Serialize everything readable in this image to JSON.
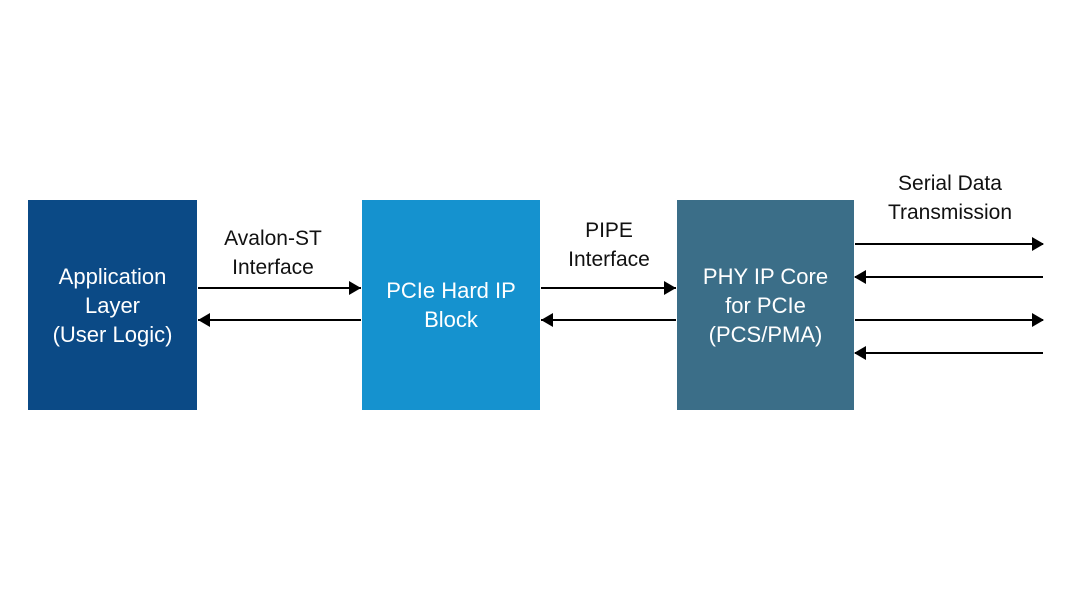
{
  "diagram": {
    "blocks": [
      {
        "id": "app",
        "label": "Application\nLayer\n(User Logic)",
        "color": "#0b4a86"
      },
      {
        "id": "pcie",
        "label": "PCIe Hard IP\nBlock",
        "color": "#1592cf"
      },
      {
        "id": "phy",
        "label": "PHY IP Core\nfor PCIe\n(PCS/PMA)",
        "color": "#3b6e88"
      }
    ],
    "interfaces": {
      "avalon": "Avalon-ST\nInterface",
      "pipe": "PIPE\nInterface",
      "serial": "Serial Data\nTransmission"
    },
    "arrow_color": "#000000"
  }
}
